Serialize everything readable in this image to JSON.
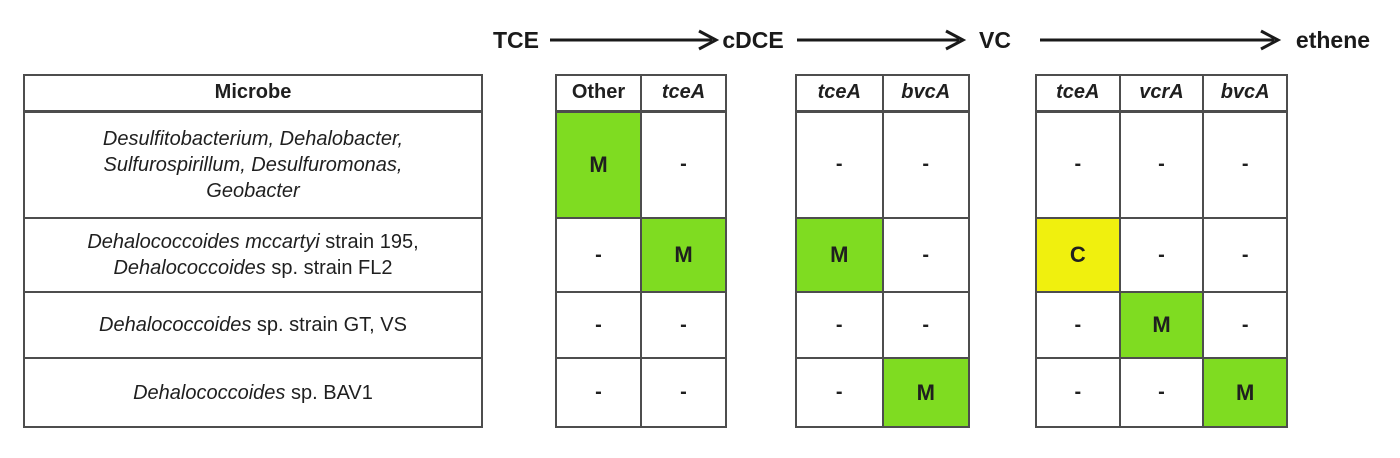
{
  "figure": {
    "pathway": {
      "labels": [
        "TCE",
        "cDCE",
        "VC",
        "ethene"
      ]
    },
    "microbe_table": {
      "header": "Microbe",
      "rows": [
        {
          "lines": [
            [
              {
                "text": "Desulfitobacterium, Dehalobacter,",
                "italic": true
              }
            ],
            [
              {
                "text": "Sulfurospirillum, Desulfuromonas,",
                "italic": true
              }
            ],
            [
              {
                "text": "Geobacter",
                "italic": true
              }
            ]
          ]
        },
        {
          "lines": [
            [
              {
                "text": "Dehalococcoides mccartyi",
                "italic": true
              },
              {
                "text": " strain 195,",
                "italic": false
              }
            ],
            [
              {
                "text": "Dehalococcoides",
                "italic": true
              },
              {
                "text": " sp. strain FL2",
                "italic": false
              }
            ]
          ]
        },
        {
          "lines": [
            [
              {
                "text": "Dehalococcoides",
                "italic": true
              },
              {
                "text": " sp. strain GT, VS",
                "italic": false
              }
            ]
          ]
        },
        {
          "lines": [
            [
              {
                "text": "Dehalococcoides",
                "italic": true
              },
              {
                "text": " sp. BAV1",
                "italic": false
              }
            ]
          ]
        }
      ]
    },
    "gene_tables": [
      {
        "headers": [
          {
            "text": "Other",
            "italic": false
          },
          {
            "text": "tceA",
            "italic": true
          }
        ],
        "rows": [
          [
            {
              "value": "M",
              "highlight": "green"
            },
            {
              "value": "-"
            }
          ],
          [
            {
              "value": "-"
            },
            {
              "value": "M",
              "highlight": "green"
            }
          ],
          [
            {
              "value": "-"
            },
            {
              "value": "-"
            }
          ],
          [
            {
              "value": "-"
            },
            {
              "value": "-"
            }
          ]
        ]
      },
      {
        "headers": [
          {
            "text": "tceA",
            "italic": true
          },
          {
            "text": "bvcA",
            "italic": true
          }
        ],
        "rows": [
          [
            {
              "value": "-"
            },
            {
              "value": "-"
            }
          ],
          [
            {
              "value": "M",
              "highlight": "green"
            },
            {
              "value": "-"
            }
          ],
          [
            {
              "value": "-"
            },
            {
              "value": "-"
            }
          ],
          [
            {
              "value": "-"
            },
            {
              "value": "M",
              "highlight": "green"
            }
          ]
        ]
      },
      {
        "headers": [
          {
            "text": "tceA",
            "italic": true
          },
          {
            "text": "vcrA",
            "italic": true
          },
          {
            "text": "bvcA",
            "italic": true
          }
        ],
        "rows": [
          [
            {
              "value": "-"
            },
            {
              "value": "-"
            },
            {
              "value": "-"
            }
          ],
          [
            {
              "value": "C",
              "highlight": "yellow"
            },
            {
              "value": "-"
            },
            {
              "value": "-"
            }
          ],
          [
            {
              "value": "-"
            },
            {
              "value": "M",
              "highlight": "green"
            },
            {
              "value": "-"
            }
          ],
          [
            {
              "value": "-"
            },
            {
              "value": "-"
            },
            {
              "value": "M",
              "highlight": "green"
            }
          ]
        ]
      }
    ],
    "colors": {
      "highlight_green": "#7fdc21",
      "highlight_yellow": "#f0f00e",
      "border": "#4d4d4d",
      "text": "#1f1f1f"
    }
  }
}
